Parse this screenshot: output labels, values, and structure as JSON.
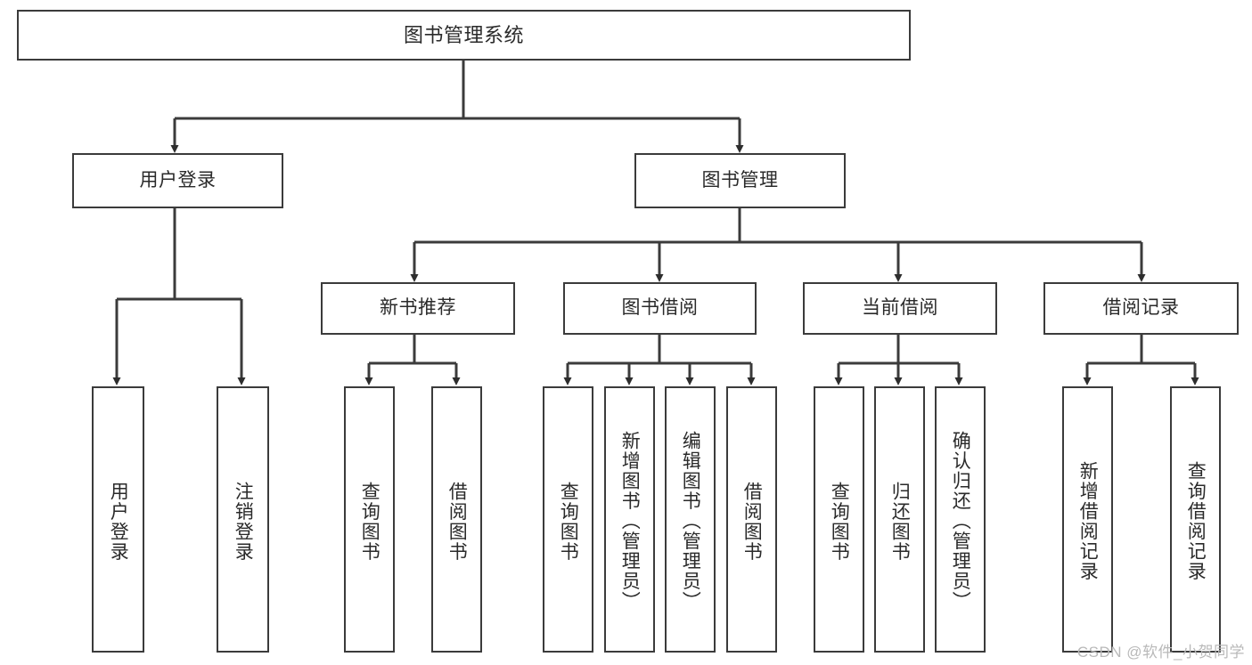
{
  "diagram": {
    "title": "图书管理系统",
    "type": "tree-hierarchy",
    "root": {
      "label": "图书管理系统"
    },
    "level1": [
      {
        "label": "用户登录"
      },
      {
        "label": "图书管理"
      }
    ],
    "level2": [
      {
        "label": "新书推荐",
        "parent": "图书管理"
      },
      {
        "label": "图书借阅",
        "parent": "图书管理"
      },
      {
        "label": "当前借阅",
        "parent": "图书管理"
      },
      {
        "label": "借阅记录",
        "parent": "图书管理"
      }
    ],
    "leaves": [
      {
        "label": "用户登录",
        "parent": "用户登录"
      },
      {
        "label": "注销登录",
        "parent": "用户登录"
      },
      {
        "label": "查询图书",
        "parent": "新书推荐"
      },
      {
        "label": "借阅图书",
        "parent": "新书推荐"
      },
      {
        "label": "查询图书",
        "parent": "图书借阅"
      },
      {
        "label": "新增图书（管理员）",
        "parent": "图书借阅"
      },
      {
        "label": "编辑图书（管理员）",
        "parent": "图书借阅"
      },
      {
        "label": "借阅图书",
        "parent": "图书借阅"
      },
      {
        "label": "查询图书",
        "parent": "当前借阅"
      },
      {
        "label": "归还图书",
        "parent": "当前借阅"
      },
      {
        "label": "确认归还（管理员）",
        "parent": "当前借阅"
      },
      {
        "label": "新增借阅记录",
        "parent": "借阅记录"
      },
      {
        "label": "查询借阅记录",
        "parent": "借阅记录"
      }
    ],
    "watermark": "CSDN @软件_小贺同学",
    "colors": {
      "stroke": "#3b3b3b",
      "text": "#2a2a2a",
      "background": "#ffffff",
      "watermark": "#b9b9b9"
    }
  }
}
